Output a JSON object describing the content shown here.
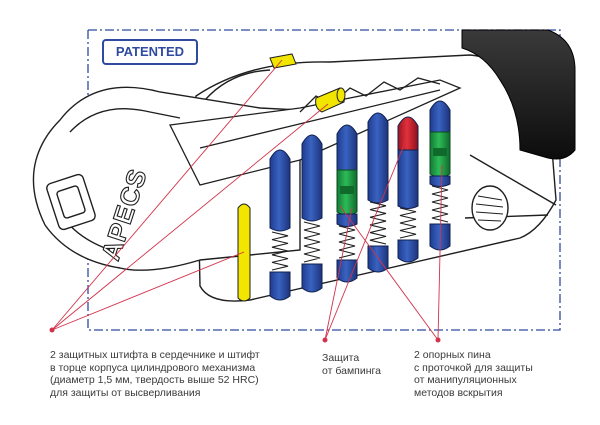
{
  "badge": {
    "label": "PATENTED"
  },
  "key_brand": "APECS",
  "callouts": [
    {
      "lines": [
        "2 защитных штифта в сердечнике и штифт",
        "в торце корпуса цилиндрового механизма",
        "(диаметр 1,5 мм, твердость выше 52 HRC)",
        "для защиты от высверливания"
      ]
    },
    {
      "lines": [
        "Защита",
        "от бампинга"
      ]
    },
    {
      "lines": [
        "2 опорных пина",
        "с проточкой для защиты",
        "от манипуляционных",
        "методов вскрытия"
      ]
    }
  ],
  "colors": {
    "frame": "#2f4aa0",
    "pin_blue": "#2c4fa8",
    "pin_green": "#1f9e47",
    "pin_red": "#c81f2a",
    "yellow": "#f2e600",
    "leader": "#d2334a"
  }
}
